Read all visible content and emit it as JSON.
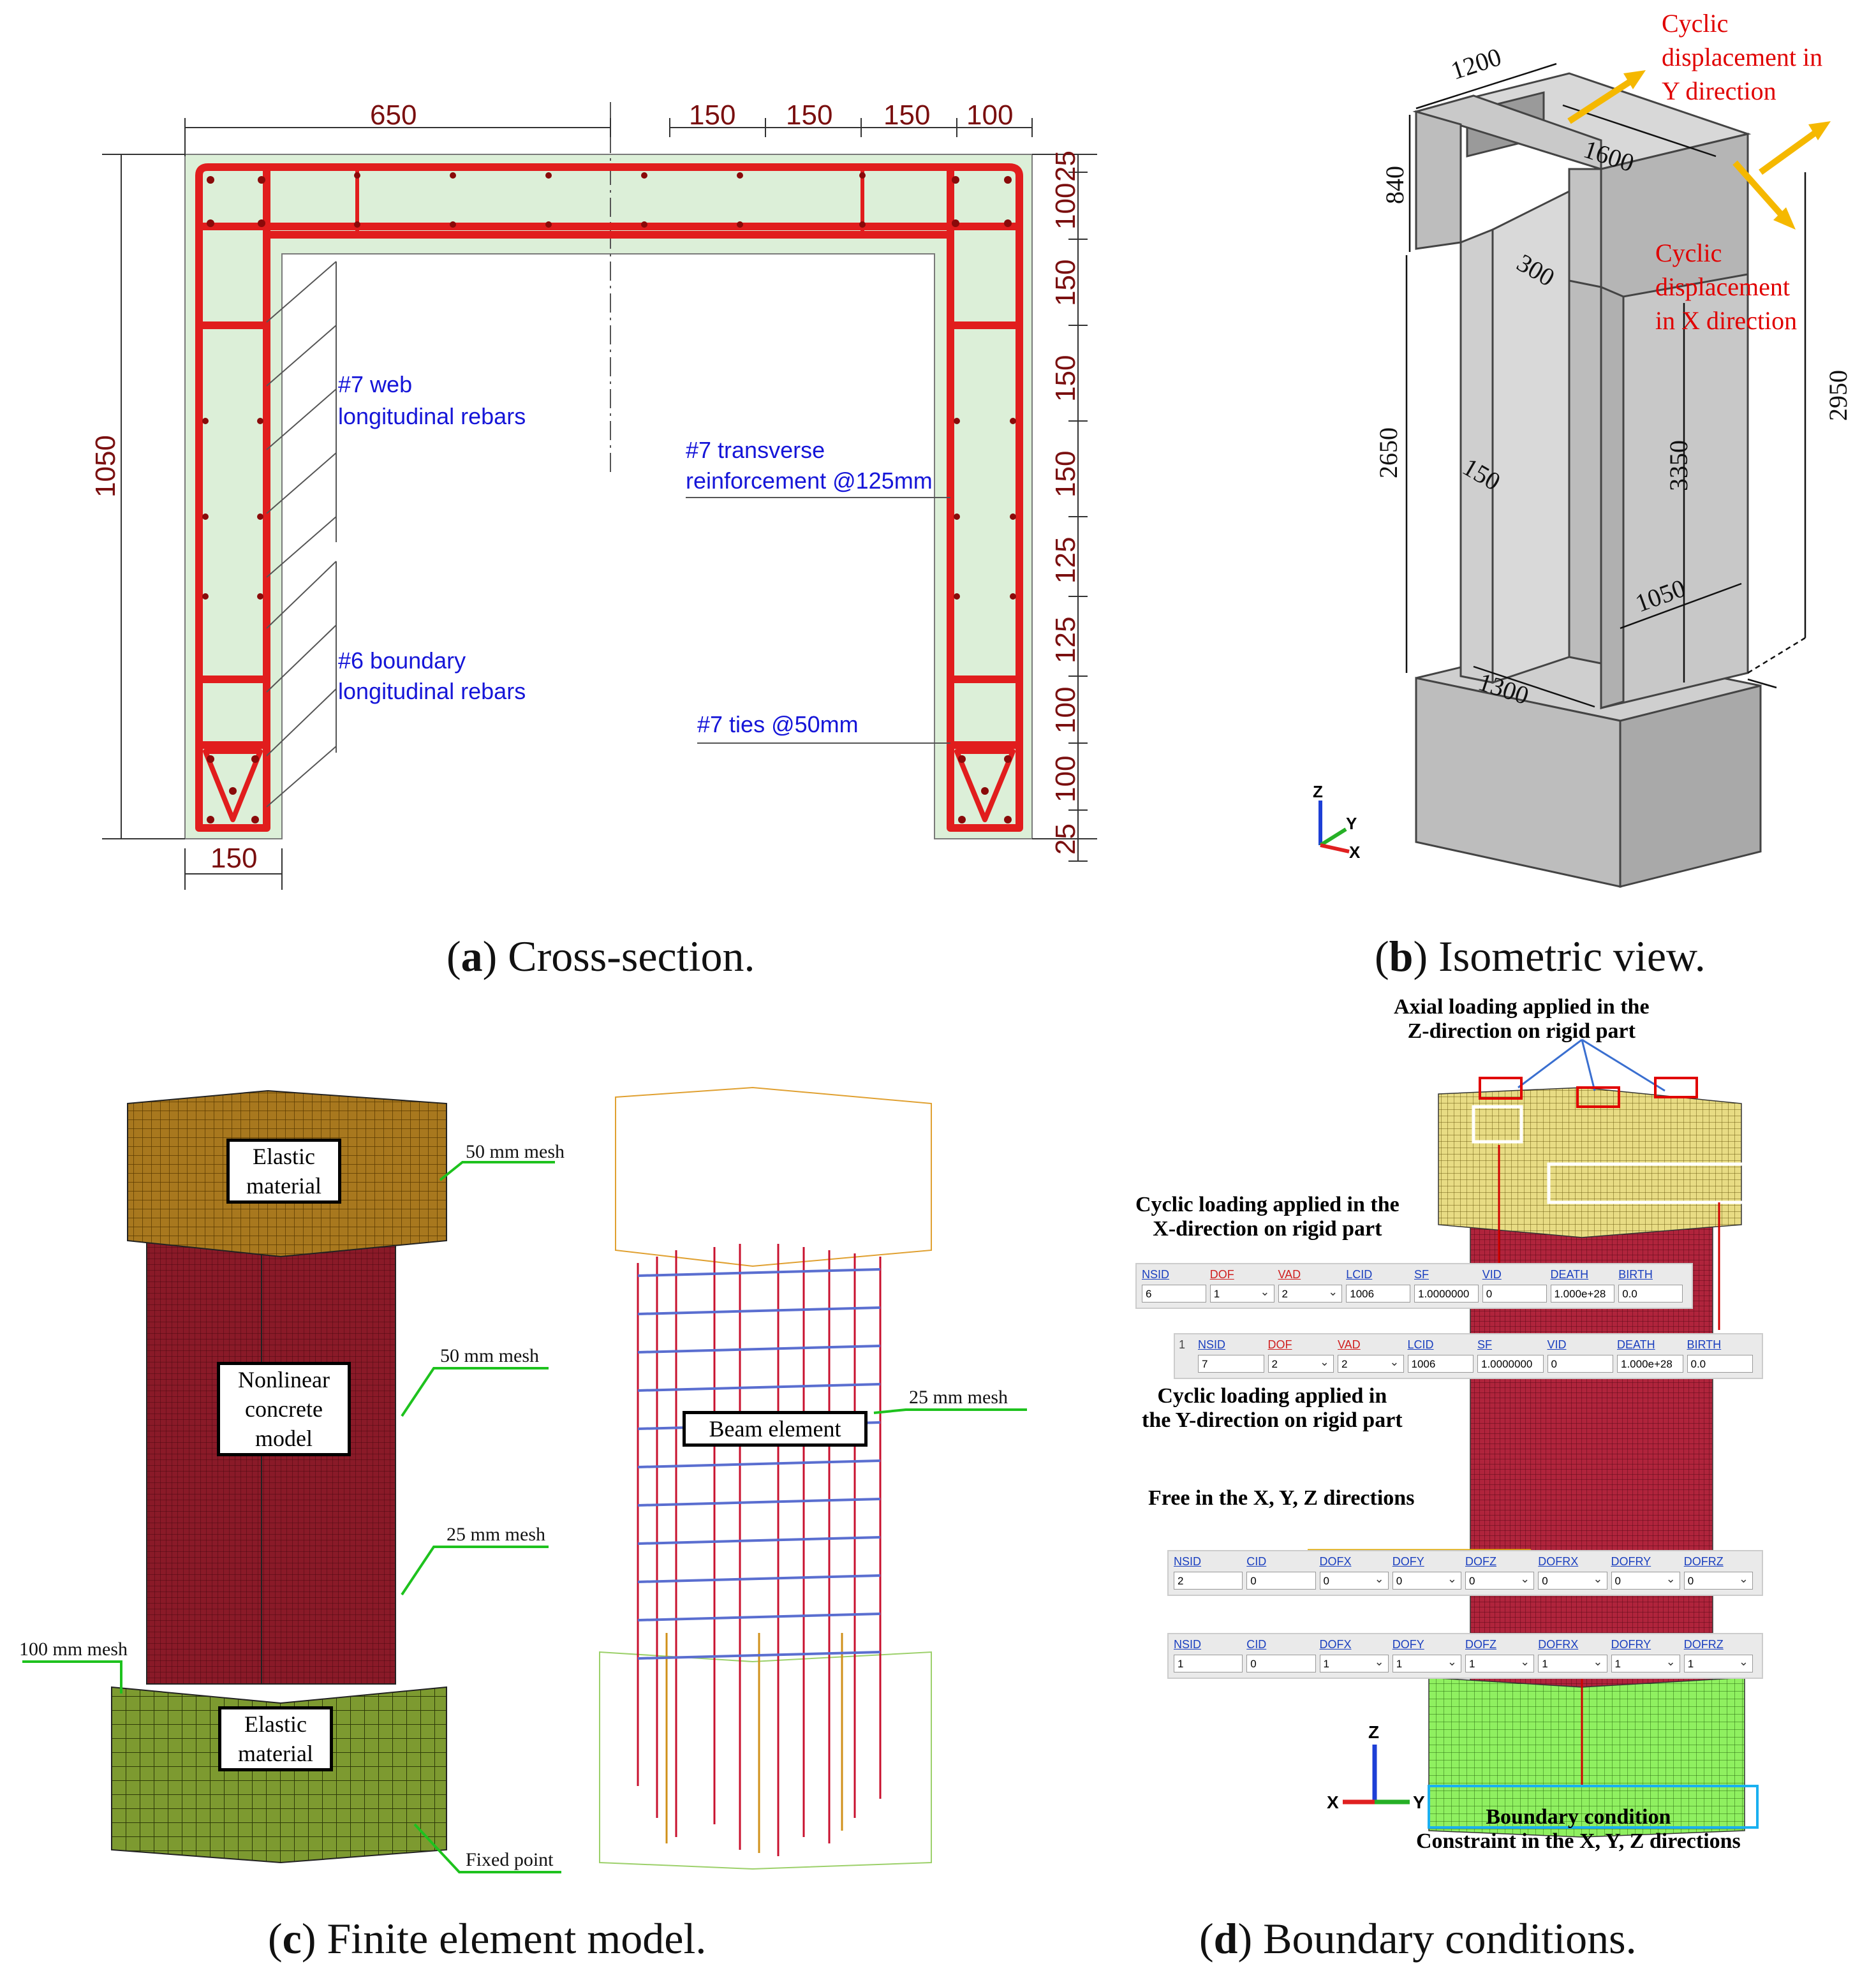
{
  "panel_a": {
    "caption_letter": "a",
    "caption_text": ") Cross-section.",
    "dims": {
      "top_650": "650",
      "top_150_1": "150",
      "top_150_2": "150",
      "top_150_3": "150",
      "top_100": "100",
      "left_1050": "1050",
      "bottom_150": "150",
      "right_25_top": "25",
      "right_100_1": "100",
      "right_150_1": "150",
      "right_150_2": "150",
      "right_150_3": "150",
      "right_125_1": "125",
      "right_125_2": "125",
      "right_100_2": "100",
      "right_100_3": "100",
      "right_25_bot": "25"
    },
    "labels": {
      "web_1": "#7 web",
      "web_2": "longitudinal rebars",
      "transverse_1": "#7 transverse",
      "transverse_2": "reinforcement @125mm",
      "boundary_1": "#6 boundary",
      "boundary_2": "longitudinal rebars",
      "ties": "#7 ties @50mm"
    },
    "colors": {
      "concrete": "#dcefd8",
      "rebar": "#e11d1d",
      "dim": "#7a0f0f",
      "label": "#1515d8"
    }
  },
  "panel_b": {
    "caption_letter": "b",
    "caption_text": ") Isometric view.",
    "dims": {
      "d1200": "1200",
      "d1600": "1600",
      "d840": "840",
      "d300": "300",
      "d2650": "2650",
      "d150": "150",
      "d3350": "3350",
      "d2950": "2950",
      "d1050": "1050",
      "d1300": "1300"
    },
    "notes": {
      "y_1": "Cyclic",
      "y_2": "displacement in",
      "y_3": "Y direction",
      "x_1": "Cyclic",
      "x_2": "displacement",
      "x_3": "in X direction"
    },
    "axes": {
      "z": "Z",
      "y": "Y",
      "x": "X"
    },
    "colors": {
      "arrow": "#f5b800",
      "note": "#e00000"
    }
  },
  "panel_c": {
    "caption_letter": "c",
    "caption_text": ") Finite element model.",
    "labels": {
      "elastic_top_1": "Elastic",
      "elastic_top_2": "material",
      "nonlinear_1": "Nonlinear",
      "nonlinear_2": "concrete",
      "nonlinear_3": "model",
      "elastic_bot_1": "Elastic",
      "elastic_bot_2": "material",
      "beam": "Beam element",
      "mesh50_top": "50 mm mesh",
      "mesh50_mid": "50 mm mesh",
      "mesh25": "25 mm mesh",
      "mesh100": "100 mm mesh",
      "mesh25_rebar": "25 mm mesh",
      "fixed": "Fixed point"
    },
    "colors": {
      "top_block": "#a8781e",
      "wall": "#8a1a28",
      "base": "#7d9a30",
      "leader": "#1ec21e"
    }
  },
  "panel_d": {
    "caption_letter": "d",
    "caption_text": ") Boundary conditions.",
    "notes": {
      "axial_1": "Axial loading applied in the",
      "axial_2": "Z-direction on rigid part",
      "cyclic_x_1": "Cyclic loading applied in the",
      "cyclic_x_2": "X-direction on rigid part",
      "cyclic_y_1": "Cyclic loading applied in",
      "cyclic_y_2": "the Y-direction on rigid part",
      "free": "Free in the X, Y, Z directions",
      "bc_1": "Boundary condition",
      "bc_2": "Constraint in the X, Y, Z directions"
    },
    "table_x": {
      "headers": [
        "NSID",
        "DOF",
        "VAD",
        "LCID",
        "SF",
        "VID",
        "DEATH",
        "BIRTH"
      ],
      "values": [
        "6",
        "1",
        "2",
        "1006",
        "1.0000000",
        "0",
        "1.000e+28",
        "0.0"
      ]
    },
    "table_y": {
      "row_no": "1",
      "headers": [
        "NSID",
        "DOF",
        "VAD",
        "LCID",
        "SF",
        "VID",
        "DEATH",
        "BIRTH"
      ],
      "values": [
        "7",
        "2",
        "2",
        "1006",
        "1.0000000",
        "0",
        "1.000e+28",
        "0.0"
      ]
    },
    "table_free": {
      "headers": [
        "NSID",
        "CID",
        "DOFX",
        "DOFY",
        "DOFZ",
        "DOFRX",
        "DOFRY",
        "DOFRZ"
      ],
      "values": [
        "2",
        "0",
        "0",
        "0",
        "0",
        "0",
        "0",
        "0"
      ]
    },
    "table_fixed": {
      "headers": [
        "NSID",
        "CID",
        "DOFX",
        "DOFY",
        "DOFZ",
        "DOFRX",
        "DOFRY",
        "DOFRZ"
      ],
      "values": [
        "1",
        "0",
        "1",
        "1",
        "1",
        "1",
        "1",
        "1"
      ]
    },
    "axes": {
      "z": "Z",
      "y": "Y",
      "x": "X"
    },
    "colors": {
      "top_block": "#e8dc84",
      "wall": "#b0243c",
      "base": "#8ff060",
      "red_box": "#e00000",
      "blue_box": "#1ab0f0",
      "white_box": "#ffffff"
    }
  }
}
